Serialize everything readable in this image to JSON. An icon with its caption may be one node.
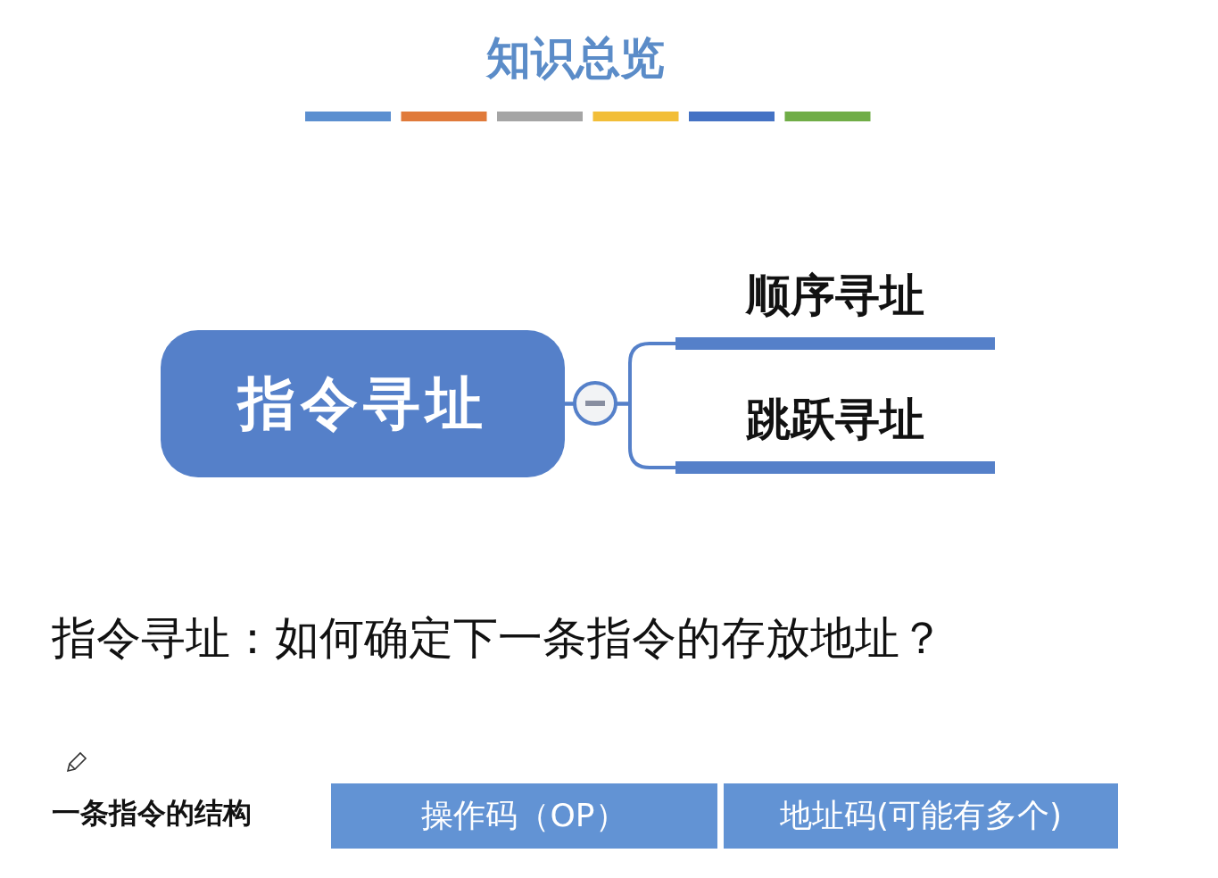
{
  "diagram": {
    "title": "知识总览",
    "nodes": [
      {
        "text": [
          "指令寻址"
        ]
      },
      {
        "text": [
          "顺序寻址"
        ]
      },
      {
        "text": [
          "跳跃寻址"
        ]
      },
      {
        "text": [
          "操作码（OP）"
        ]
      },
      {
        "text": [
          "地址码(可能有多个)"
        ]
      }
    ],
    "edges": [
      {
        "from": 0,
        "to": 1,
        "arrow": "none"
      },
      {
        "from": 0,
        "to": 2,
        "arrow": "none"
      }
    ],
    "labels": [
      "指令寻址：如何确定下一条指令的存放地址？",
      "一条指令的结构"
    ]
  }
}
